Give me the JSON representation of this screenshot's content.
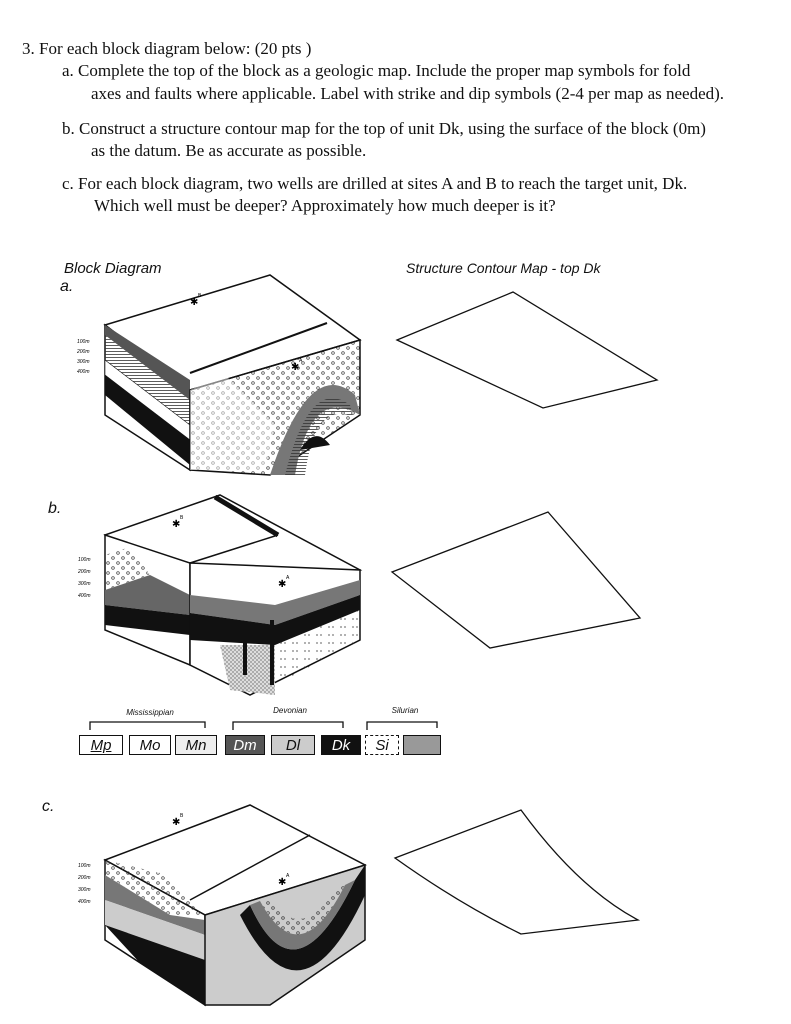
{
  "question": {
    "line1": "3. For each block diagram below: (20 pts )",
    "a_line1": "a. Complete the top of the block as a geologic map.  Include the proper map symbols for fold",
    "a_line2": "axes and faults where applicable.  Label with strike and dip symbols (2-4 per map as needed).",
    "b_line1": "b.  Construct a structure contour map for the top of unit Dk, using the surface of the block (0m)",
    "b_line2": "as the datum.  Be as accurate as possible.",
    "c_line1": "c.  For each block diagram, two wells are drilled at sites A and B to reach the target unit, Dk.",
    "c_line2": "Which well must be deeper?  Approximately how much deeper is it?"
  },
  "headings": {
    "block": "Block Diagram",
    "contour": "Structure Contour Map - top Dk"
  },
  "diagram_labels": {
    "a": "a.",
    "b": "b.",
    "c": "c."
  },
  "depths": [
    "100m",
    "200m",
    "300m",
    "400m"
  ],
  "wells": {
    "a": "A",
    "b": "B"
  },
  "legend": {
    "groups": [
      "Mississippian",
      "Devonian",
      "Silurian"
    ],
    "units": [
      "Mp",
      "Mo",
      "Mn",
      "Dm",
      "Dl",
      "Dk",
      "Si",
      ""
    ]
  }
}
